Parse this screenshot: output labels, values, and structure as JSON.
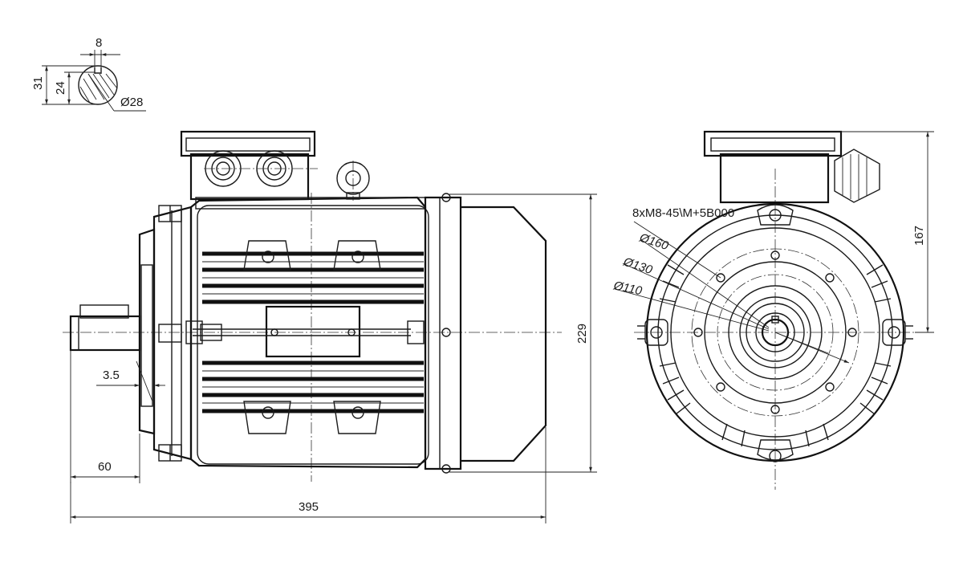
{
  "dimensions": {
    "key_width": "8",
    "shaft_height_total": "31",
    "shaft_height_key": "24",
    "shaft_diameter": "Ø28",
    "flange_offset": "3.5",
    "shaft_length": "60",
    "overall_length": "395",
    "overall_height": "229",
    "terminal_height": "167",
    "bolt_spec": "8xM8-45\\M+5B000",
    "pcd_160": "Ø160",
    "pcd_130": "Ø130",
    "pcd_110": "Ø110"
  },
  "colors": {
    "line": "#1a1a1a",
    "background": "#ffffff"
  }
}
